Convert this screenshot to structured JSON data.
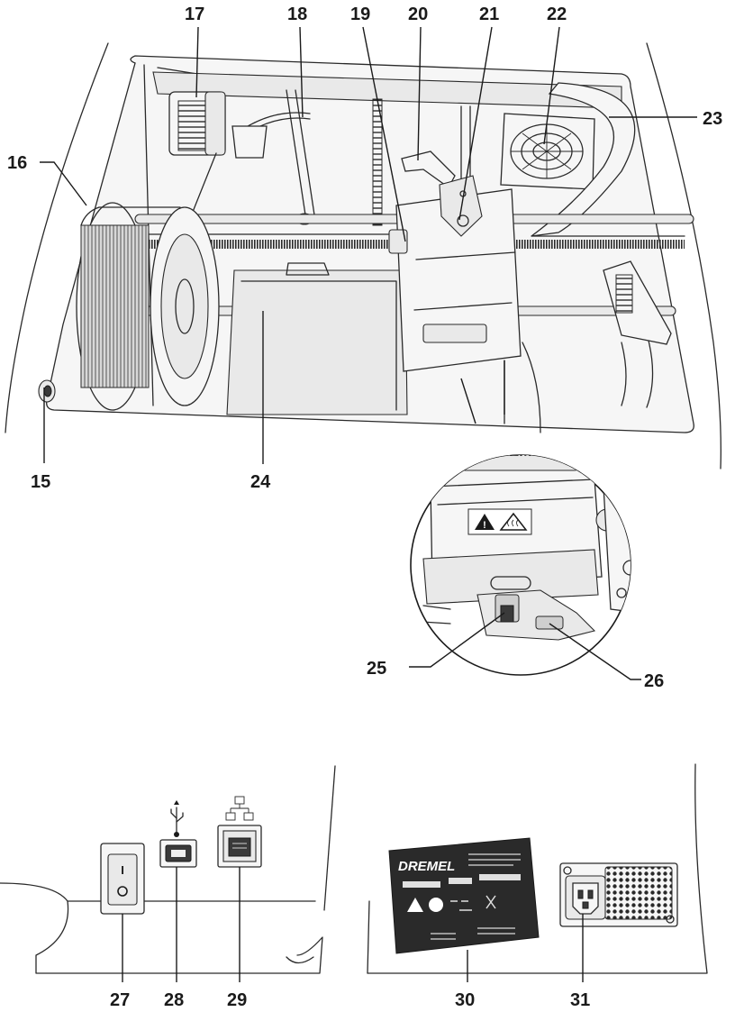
{
  "callouts": [
    {
      "id": "15",
      "label": "15"
    },
    {
      "id": "16",
      "label": "16"
    },
    {
      "id": "17",
      "label": "17"
    },
    {
      "id": "18",
      "label": "18"
    },
    {
      "id": "19",
      "label": "19"
    },
    {
      "id": "20",
      "label": "20"
    },
    {
      "id": "21",
      "label": "21"
    },
    {
      "id": "22",
      "label": "22"
    },
    {
      "id": "23",
      "label": "23"
    },
    {
      "id": "24",
      "label": "24"
    },
    {
      "id": "25",
      "label": "25"
    },
    {
      "id": "26",
      "label": "26"
    },
    {
      "id": "27",
      "label": "27"
    },
    {
      "id": "28",
      "label": "28"
    },
    {
      "id": "29",
      "label": "29"
    },
    {
      "id": "30",
      "label": "30"
    },
    {
      "id": "31",
      "label": "31"
    }
  ],
  "brand": {
    "extruder_logo": "DREMEL",
    "rating_label_logo": "DREMEL"
  },
  "icons": {
    "warning": "warning-triangle-icon",
    "hot_surface": "hot-surface-icon",
    "usb": "usb-icon",
    "network": "network-icon",
    "power_switch": "power-switch-icon",
    "ventilation_grille": "vent-grille-icon"
  }
}
